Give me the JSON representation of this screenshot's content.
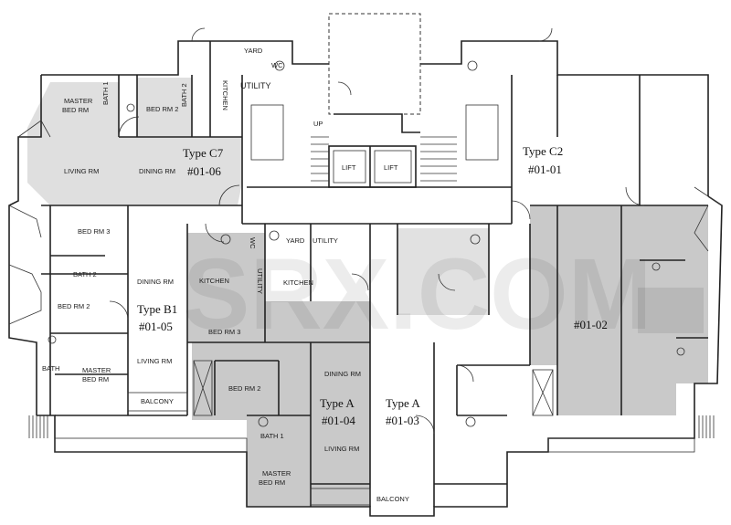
{
  "units": {
    "c7": {
      "type": "Type C7",
      "num": "#01-06"
    },
    "c2": {
      "type": "Type C2",
      "num": "#01-01"
    },
    "b1": {
      "type": "Type B1",
      "num": "#01-05"
    },
    "a4": {
      "type": "Type A",
      "num": "#01-04"
    },
    "a3": {
      "type": "Type A",
      "num": "#01-03"
    },
    "u02": {
      "num": "#01-02"
    }
  },
  "rooms": {
    "master_bed_rm": "MASTER BED RM",
    "master": "MASTER",
    "bed_rm": "BED RM",
    "bed_rm_2": "BED RM 2",
    "bed_rm_3": "BED RM 3",
    "bath_1": "BATH 1",
    "bath_2": "BATH 2",
    "bath": "BATH",
    "kitchen": "KITCHEN",
    "utility": "UTILITY",
    "yard": "YARD",
    "wc": "WC",
    "living_rm": "LIVING RM",
    "dining_rm": "DINING RM",
    "balcony": "BALCONY",
    "lift": "LIFT",
    "up": "UP",
    "bed_rm_3_upper": "BED RM 3"
  },
  "watermark": "SRX.COM"
}
